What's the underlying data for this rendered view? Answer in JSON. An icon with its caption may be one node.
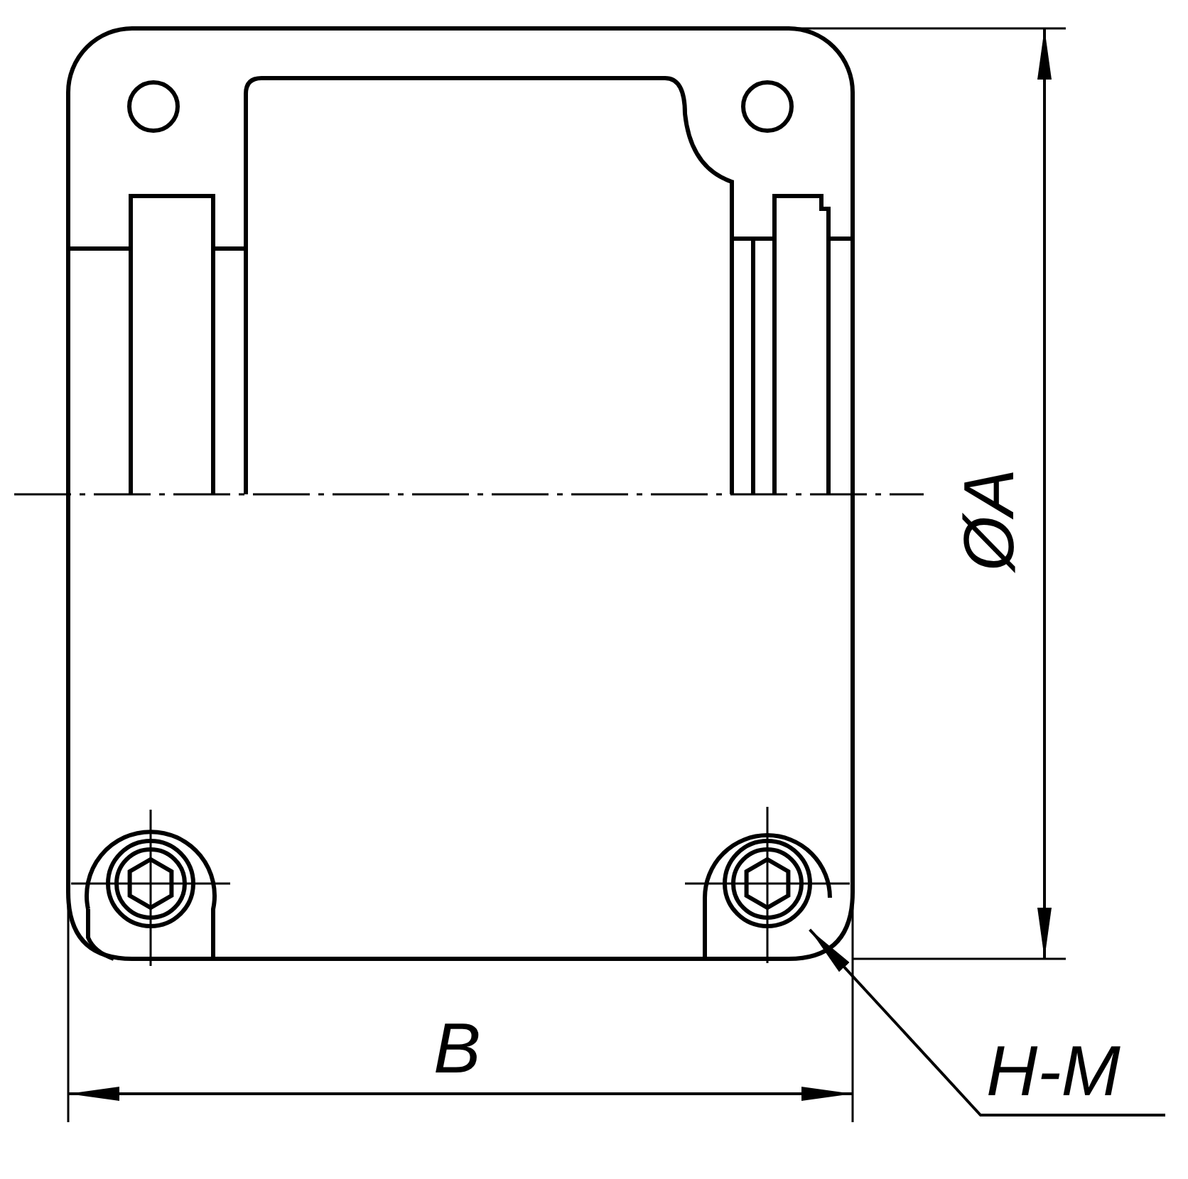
{
  "diagram": {
    "nodes": [
      {
        "text": [
          "H-M"
        ]
      },
      {
        "text": [],
        "shape": "circle"
      }
    ],
    "edges": [
      {
        "from": 0,
        "to": 1,
        "arrow": "to"
      }
    ],
    "labels": [
      "ØA",
      "B"
    ]
  }
}
